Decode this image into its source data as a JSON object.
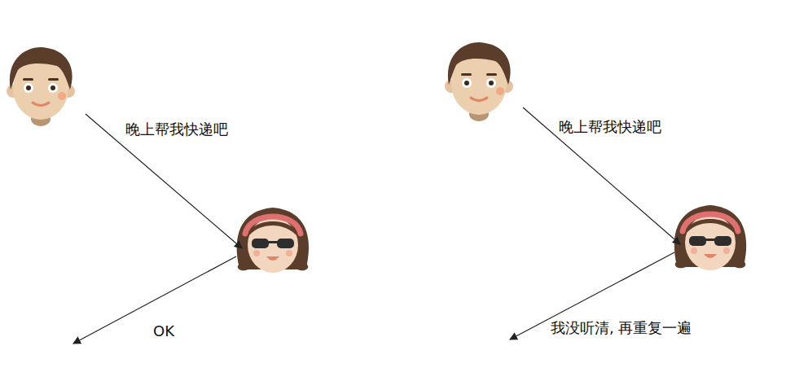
{
  "diagram": {
    "labels": [
      "晚上帮我快递吧",
      "OK",
      "晚上帮我快递吧",
      "我没听清, 再重复一遍"
    ]
  }
}
